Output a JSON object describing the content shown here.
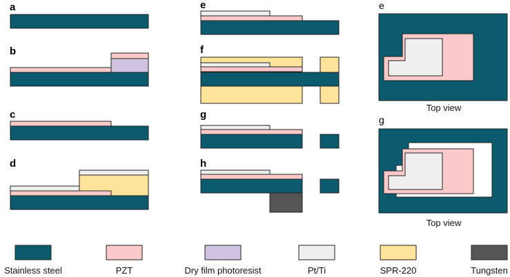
{
  "colors": {
    "stainless_steel": "#0b5a6e",
    "pzt": "#fbc9c9",
    "dry_film_photoresist": "#cfc3e0",
    "pt_ti": "#efefef",
    "spr_220": "#fde49a",
    "tungsten": "#555555",
    "outline": "#222222"
  },
  "panels": {
    "a": "a",
    "b": "b",
    "c": "c",
    "d": "d",
    "e": "e",
    "f": "f",
    "g": "g",
    "h": "h",
    "e_top": "e",
    "g_top": "g"
  },
  "captions": {
    "top_view_e": "Top view",
    "top_view_g": "Top view"
  },
  "legend": [
    {
      "key": "stainless_steel",
      "label": "Stainless steel"
    },
    {
      "key": "pzt",
      "label": "PZT"
    },
    {
      "key": "dry_film_photoresist",
      "label": "Dry film photoresist"
    },
    {
      "key": "pt_ti",
      "label": "Pt/Ti"
    },
    {
      "key": "spr_220",
      "label": "SPR-220"
    },
    {
      "key": "tungsten",
      "label": "Tungsten"
    }
  ]
}
